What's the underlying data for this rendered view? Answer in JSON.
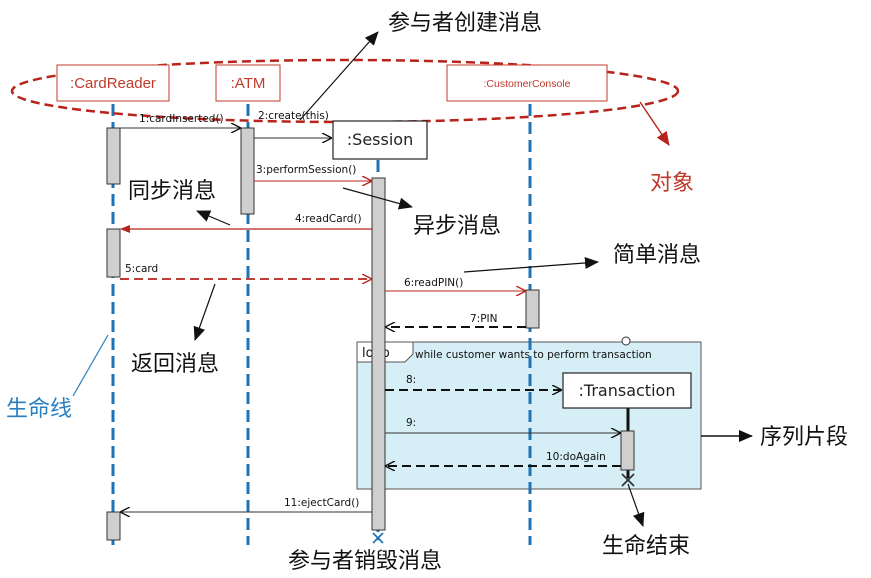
{
  "objects": {
    "card_reader": ":CardReader",
    "atm": ":ATM",
    "customer_console": ":CustomerConsole",
    "session": ":Session",
    "transaction": ":Transaction"
  },
  "messages": {
    "m1": "1:cardInserted()",
    "m2": "2:create(this)",
    "m3": "3:performSession()",
    "m4": "4:readCard()",
    "m5": "5:card",
    "m6": "6:readPIN()",
    "m7": "7:PIN",
    "m8": "8:",
    "m9": "9:",
    "m10": "10:doAgain",
    "m11": "11:ejectCard()"
  },
  "fragment": {
    "operator": "loop",
    "guard": "while customer wants to perform transaction"
  },
  "annotations": {
    "participant_create": "参与者创建消息",
    "objects": "对象",
    "sync_message": "同步消息",
    "async_message": "异步消息",
    "simple_message": "简单消息",
    "return_message": "返回消息",
    "lifeline": "生命线",
    "fragment": "序列片段",
    "end_of_life": "生命结束",
    "participant_destroy": "参与者销毁消息"
  },
  "colors": {
    "object_red": "#c0392b",
    "lifeline_blue": "#1f73b7",
    "fragment_fill": "#d6eef6",
    "activation_gray": "#cfcfcf",
    "annotation_blue": "#2a7fc1"
  }
}
